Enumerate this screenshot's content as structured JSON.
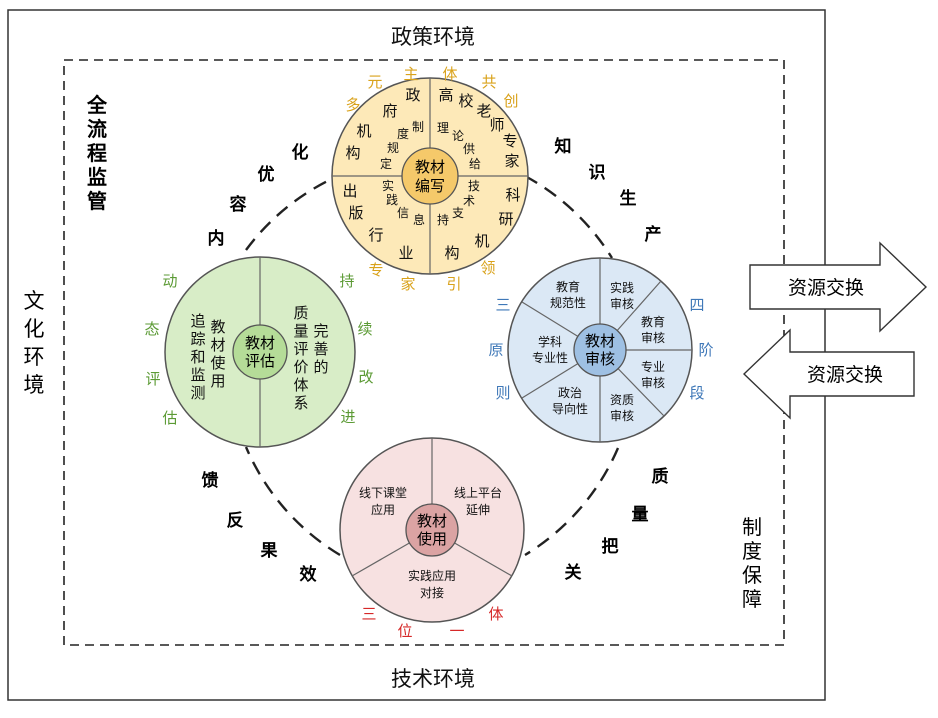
{
  "frame": {
    "top": "政策环境",
    "bottom": "技术环境",
    "left": [
      "文",
      "化",
      "环",
      "境"
    ],
    "inner_top_left": [
      "全",
      "流",
      "程",
      "监",
      "管"
    ],
    "inner_bottom_right": [
      "制",
      "度",
      "保",
      "障"
    ]
  },
  "arrows": {
    "right": "资源交换",
    "left": "资源交换"
  },
  "arcs": {
    "top_left": [
      "内",
      "容",
      "优",
      "化"
    ],
    "top_right": [
      "知",
      "识",
      "生",
      "产"
    ],
    "bottom_left": [
      "馈",
      "反",
      "果",
      "效"
    ],
    "bottom_right": [
      "质",
      "量",
      "把",
      "关"
    ]
  },
  "top_circle": {
    "center": [
      "教材",
      "编写"
    ],
    "outer_arc": [
      "多",
      "元",
      "主",
      "体",
      "共",
      "创"
    ],
    "ring_outer": {
      "gov": [
        "政",
        "府",
        "机",
        "构"
      ],
      "univ": [
        "高",
        "校",
        "老",
        "师"
      ],
      "pub": [
        "出",
        "版",
        "行",
        "业"
      ],
      "sci": [
        "专",
        "家",
        "科",
        "研",
        "机",
        "构"
      ]
    },
    "ring_inner": {
      "zhidu": [
        "制",
        "度",
        "规",
        "定"
      ],
      "lilun": [
        "理",
        "论",
        "供",
        "给"
      ],
      "shijian": [
        "实",
        "践",
        "信",
        "息"
      ],
      "jishu": [
        "技",
        "术",
        "支",
        "持"
      ]
    },
    "bottom_left_arc": [
      "专",
      "家"
    ],
    "bottom_right_arc": [
      "引",
      "领"
    ]
  },
  "right_circle": {
    "center": [
      "教材",
      "审核"
    ],
    "left_label": [
      "三",
      "原",
      "则"
    ],
    "right_label": [
      "四",
      "阶",
      "段"
    ],
    "left_segments": [
      [
        "教育",
        "规范性"
      ],
      [
        "学科",
        "专业性"
      ],
      [
        "政治",
        "导向性"
      ]
    ],
    "right_segments": [
      [
        "实践",
        "审核"
      ],
      [
        "教育",
        "审核"
      ],
      [
        "专业",
        "审核"
      ],
      [
        "资质",
        "审核"
      ]
    ]
  },
  "left_circle": {
    "center": [
      "教材",
      "评估"
    ],
    "left_col": [
      "追",
      "踪",
      "和",
      "监",
      "测"
    ],
    "left_col2": [
      "教",
      "材",
      "使",
      "用"
    ],
    "right_col": [
      "质",
      "量",
      "评",
      "价",
      "体",
      "系"
    ],
    "right_col2": [
      "完",
      "善",
      "的"
    ],
    "left_side": [
      "动",
      "态",
      "评",
      "估"
    ],
    "right_side": [
      "持",
      "续",
      "改",
      "进"
    ]
  },
  "bottom_circle": {
    "center": [
      "教材",
      "使用"
    ],
    "seg_left": [
      "线下课堂",
      "应用"
    ],
    "seg_right": [
      "线上平台",
      "延伸"
    ],
    "seg_bottom": [
      "实践应用",
      "对接"
    ],
    "bottom_arc": [
      "三",
      "位",
      "一",
      "体"
    ]
  },
  "colors": {
    "top_fill": "#fde9b8",
    "top_center": "#f5c96a",
    "top_accent": "#d9a21b",
    "right_fill": "#dbe8f5",
    "right_center": "#9ec0e3",
    "right_accent": "#3f78b8",
    "left_fill": "#d8edc7",
    "left_center": "#b5dc98",
    "left_accent": "#5b9a34",
    "bottom_fill": "#f7e1e1",
    "bottom_center": "#dba3a3",
    "bottom_accent": "#d62828"
  }
}
